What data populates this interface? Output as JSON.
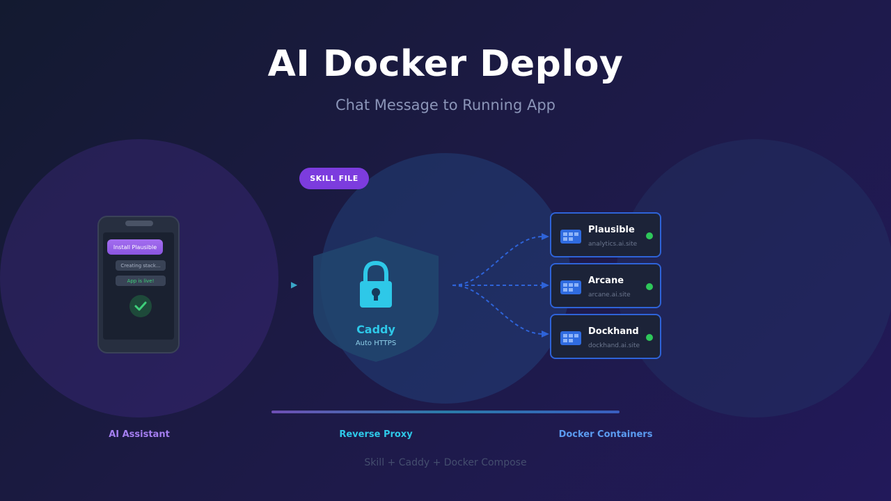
{
  "header": {
    "title": "AI Docker Deploy",
    "subtitle": "Chat Message to Running App"
  },
  "phone": {
    "user_message": "Install Plausible",
    "bot_message_1": "Creating stack...",
    "bot_message_2": "App is live!",
    "status_icon": "check-icon"
  },
  "skill_badge": "SKILL FILE",
  "proxy": {
    "name": "Caddy",
    "subtitle": "Auto HTTPS",
    "icon": "lock-icon"
  },
  "containers": [
    {
      "name": "Plausible",
      "url": "analytics.ai.site",
      "status": "running"
    },
    {
      "name": "Arcane",
      "url": "arcane.ai.site",
      "status": "running"
    },
    {
      "name": "Dockhand",
      "url": "dockhand.ai.site",
      "status": "running"
    }
  ],
  "labels": {
    "assistant": "AI Assistant",
    "proxy": "Reverse Proxy",
    "containers": "Docker Containers"
  },
  "footer": "Skill + Caddy + Docker Compose",
  "colors": {
    "accent_purple": "#7c3cde",
    "accent_cyan": "#2ec8e8",
    "accent_blue": "#2e63d8",
    "status_green": "#2ec75a"
  }
}
